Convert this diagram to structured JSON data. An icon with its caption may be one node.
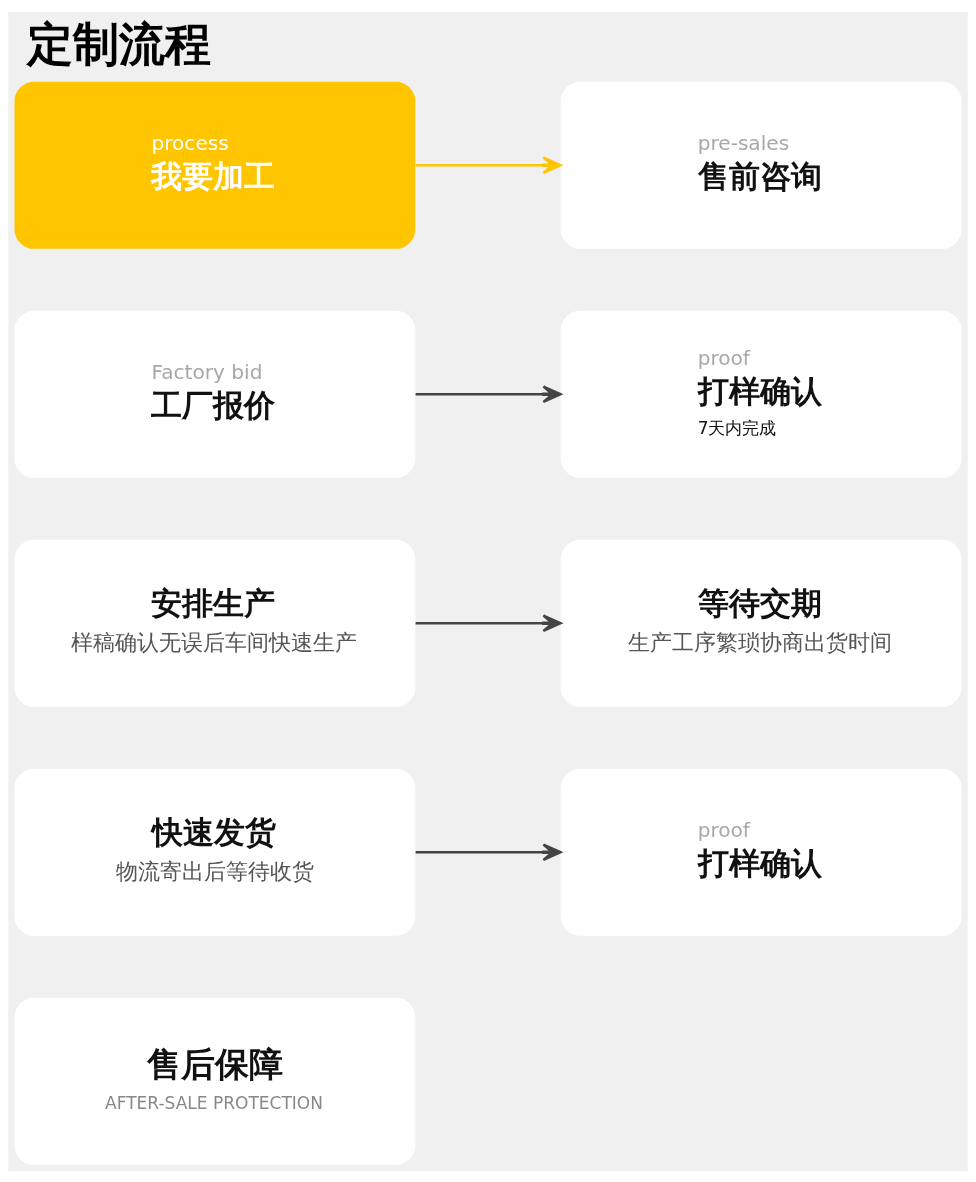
{
  "diagram": {
    "title": "定制流程",
    "nodes": [
      {
        "text": [
          "process",
          "我要加工"
        ]
      },
      {
        "text": [
          "pre-sales",
          "售前咨询"
        ]
      },
      {
        "text": [
          "Factory bid",
          "工厂报价"
        ]
      },
      {
        "text": [
          "proof",
          "打样确认",
          "7天内完成"
        ]
      },
      {
        "text": [
          "安排生产",
          "样稿确认无误后车间快速生产"
        ]
      },
      {
        "text": [
          "等待交期",
          "生产工序繁琐协商出货时间"
        ]
      },
      {
        "text": [
          "快速发货",
          "物流寄出后等待收货"
        ]
      },
      {
        "text": [
          "proof",
          "打样确认"
        ]
      },
      {
        "text": [
          "售后保障",
          "AFTER-SALE PROTECTION"
        ]
      }
    ],
    "edges": [
      {
        "from": 0,
        "to": 1,
        "arrow": "to",
        "color": "#ffc600"
      },
      {
        "from": 2,
        "to": 3,
        "arrow": "to"
      },
      {
        "from": 4,
        "to": 5,
        "arrow": "to"
      },
      {
        "from": 6,
        "to": 7,
        "arrow": "to"
      }
    ]
  }
}
